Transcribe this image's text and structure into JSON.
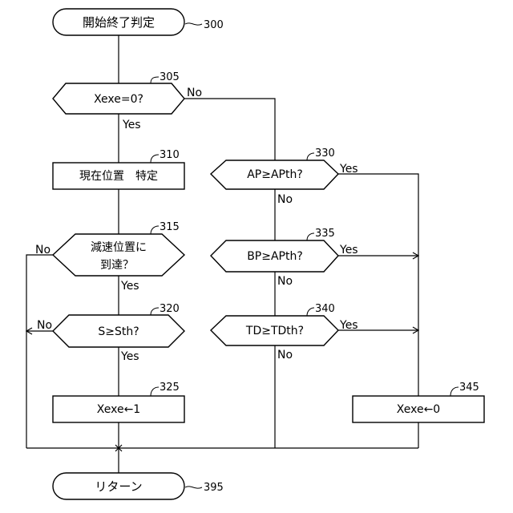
{
  "nodes": {
    "start": {
      "label": "開始終了判定",
      "ref": "300"
    },
    "d305": {
      "label": "Xexe=0?",
      "ref": "305"
    },
    "p310": {
      "label": "現在位置　特定",
      "ref": "310"
    },
    "d315": {
      "label_line1": "減速位置に",
      "label_line2": "到達？",
      "ref": "315"
    },
    "d320": {
      "label": "S≥Sth?",
      "ref": "320"
    },
    "p325": {
      "label": "Xexe←1",
      "ref": "325"
    },
    "d330": {
      "label": "AP≥APth?",
      "ref": "330"
    },
    "d335": {
      "label": "BP≥APth?",
      "ref": "335"
    },
    "d340": {
      "label": "TD≥TDth?",
      "ref": "340"
    },
    "p345": {
      "label": "Xexe←0",
      "ref": "345"
    },
    "end": {
      "label": "リターン",
      "ref": "395"
    }
  },
  "branch_labels": {
    "d305_yes": "Yes",
    "d305_no": "No",
    "d315_yes": "Yes",
    "d315_no": "No",
    "d320_yes": "Yes",
    "d320_no": "No",
    "d330_yes": "Yes",
    "d330_no": "No",
    "d335_yes": "Yes",
    "d335_no": "No",
    "d340_yes": "Yes",
    "d340_no": "No"
  }
}
